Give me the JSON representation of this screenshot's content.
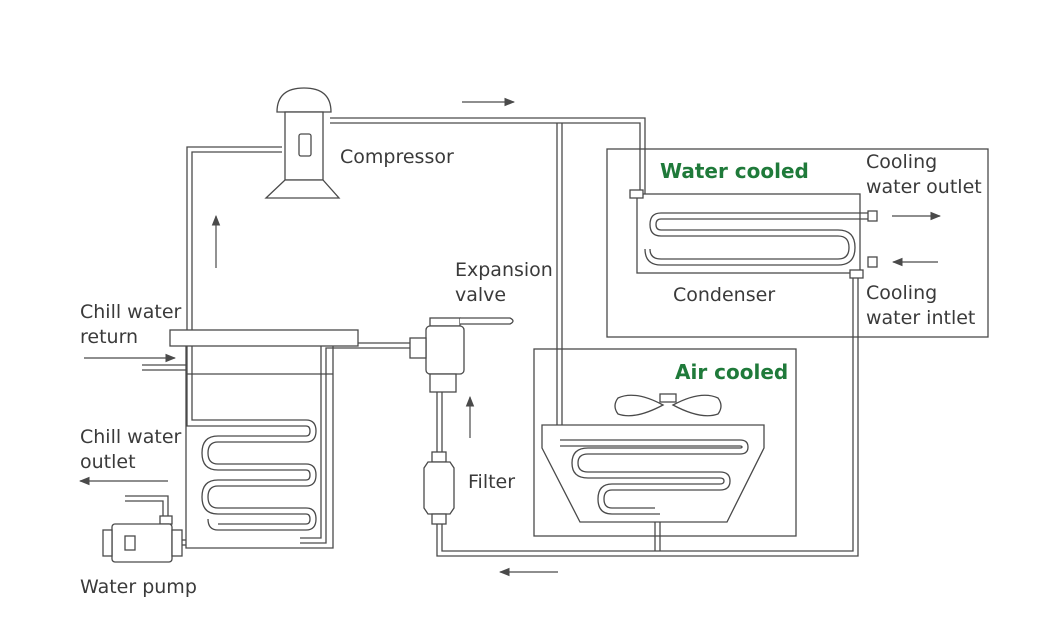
{
  "labels": {
    "compressor": "Compressor",
    "water_cooled": "Water cooled",
    "cooling_water_outlet_1": "Cooling",
    "cooling_water_outlet_2": "water outlet",
    "condenser": "Condenser",
    "cooling_water_inlet_1": "Cooling",
    "cooling_water_inlet_2": "water intlet",
    "expansion_valve_1": "Expansion",
    "expansion_valve_2": "valve",
    "chill_water_return_1": "Chill water",
    "chill_water_return_2": "return",
    "air_cooled": "Air cooled",
    "chill_water_outlet_1": "Chill water",
    "chill_water_outlet_2": "outlet",
    "filter": "Filter",
    "water_pump": "Water pump"
  },
  "colors": {
    "accent_green": "#1f7a3a",
    "line": "#4a4a4a",
    "text": "#3a3a3a"
  }
}
